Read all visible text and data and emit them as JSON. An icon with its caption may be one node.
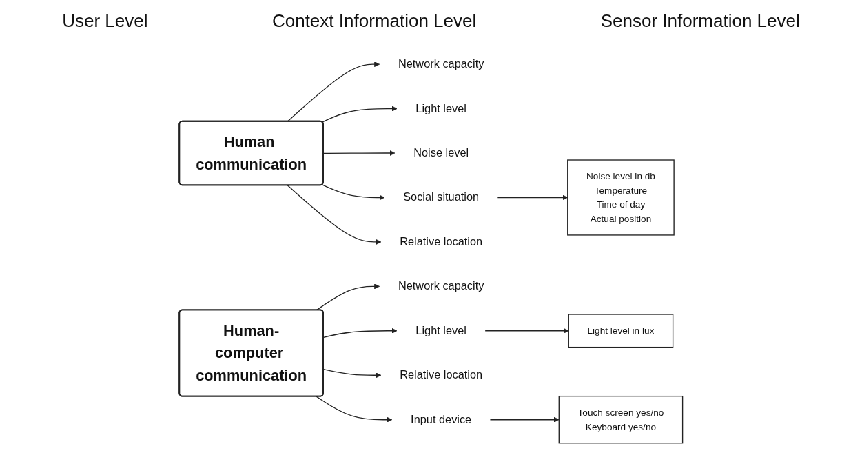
{
  "diagram": {
    "nodes": [
      {
        "text": [
          "Human communication"
        ]
      },
      {
        "text": [
          "Network capacity"
        ]
      },
      {
        "text": [
          "Light level"
        ]
      },
      {
        "text": [
          "Noise level"
        ]
      },
      {
        "text": [
          "Social situation"
        ]
      },
      {
        "text": [
          "Relative location"
        ]
      },
      {
        "text": [
          "Noise level in db",
          "Temperature",
          "Time of day",
          "Actual position"
        ]
      },
      {
        "text": [
          "Human-computer communication"
        ]
      },
      {
        "text": [
          "Network capacity"
        ]
      },
      {
        "text": [
          "Light level"
        ]
      },
      {
        "text": [
          "Relative location"
        ]
      },
      {
        "text": [
          "Input device"
        ]
      },
      {
        "text": [
          "Light level in lux"
        ]
      },
      {
        "text": [
          "Touch screen yes/no",
          "Keyboard yes/no"
        ]
      }
    ],
    "edges": [
      {
        "from": 0,
        "to": 1,
        "arrow": "to"
      },
      {
        "from": 0,
        "to": 2,
        "arrow": "to"
      },
      {
        "from": 0,
        "to": 3,
        "arrow": "to"
      },
      {
        "from": 0,
        "to": 4,
        "arrow": "to"
      },
      {
        "from": 0,
        "to": 5,
        "arrow": "to"
      },
      {
        "from": 4,
        "to": 6,
        "arrow": "to"
      },
      {
        "from": 7,
        "to": 8,
        "arrow": "to"
      },
      {
        "from": 7,
        "to": 9,
        "arrow": "to"
      },
      {
        "from": 7,
        "to": 10,
        "arrow": "to"
      },
      {
        "from": 7,
        "to": 11,
        "arrow": "to"
      },
      {
        "from": 9,
        "to": 12,
        "arrow": "to"
      },
      {
        "from": 11,
        "to": 13,
        "arrow": "to"
      }
    ],
    "labels": [
      "User Level",
      "Context Information Level",
      "Sensor Information Level"
    ]
  }
}
